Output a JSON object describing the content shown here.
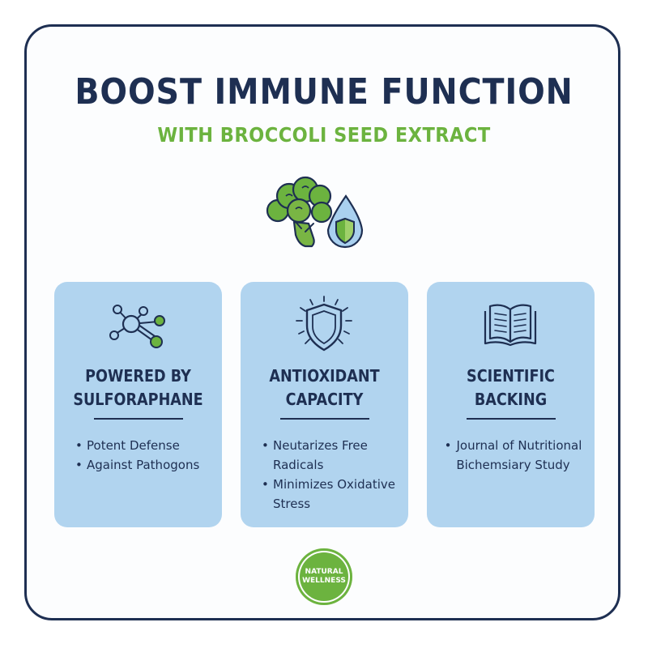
{
  "header": {
    "title": "BOOST IMMUNE FUNCTION",
    "subtitle": "WITH BROCCOLI SEED EXTRACT"
  },
  "hero": {
    "icons": [
      "broccoli-icon",
      "shield-droplet-icon"
    ]
  },
  "cards": [
    {
      "icon": "molecule-icon",
      "title_line1": "POWERED BY",
      "title_line2": "SULFORAPHANE",
      "bullets": [
        "Potent Defense",
        "Against Pathogons"
      ]
    },
    {
      "icon": "shield-icon",
      "title_line1": "ANTIOXIDANT",
      "title_line2": "CAPACITY",
      "bullets": [
        "Neutarizes Free Radicals",
        "Minimizes Oxidative Stress"
      ]
    },
    {
      "icon": "open-book-icon",
      "title_line1": "SCIENTIFIC",
      "title_line2": "BACKING",
      "bullets": [
        "Journal of Nutritional Bichemsiary Study"
      ]
    }
  ],
  "badge": {
    "line1": "NATURAL",
    "line2": "WELLNESS"
  },
  "colors": {
    "navy": "#1e2f52",
    "green": "#6cb33f",
    "card_blue": "#b1d4ef"
  }
}
